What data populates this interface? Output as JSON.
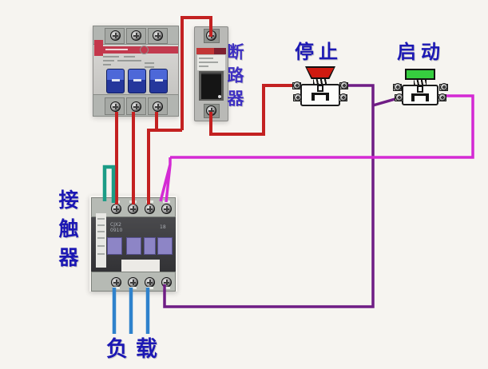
{
  "background_color": "#f6f4f0",
  "labels": {
    "stop": "停止",
    "start": "启动",
    "breaker": "断路器",
    "contactor": "接触器",
    "load": "负载"
  },
  "devices": {
    "main_breaker": {
      "type": "3-pole miniature circuit breaker",
      "pole_count": "3"
    },
    "branch_breaker": {
      "type": "1-pole miniature circuit breaker"
    },
    "contactor_markings": {
      "model_line1": "CJX2",
      "model_line2": "0910",
      "right_mark": "18"
    },
    "stop_button": {
      "cap_color": "#cf1a10"
    },
    "start_button": {
      "cap_color": "#36cd3f"
    }
  },
  "wire_colors": {
    "phase_red": "#c32121",
    "control_purple": "#6f1d85",
    "coil_magenta": "#d42ad4",
    "jumper_teal": "#1c9c86",
    "load_blue": "#2f82cc"
  }
}
